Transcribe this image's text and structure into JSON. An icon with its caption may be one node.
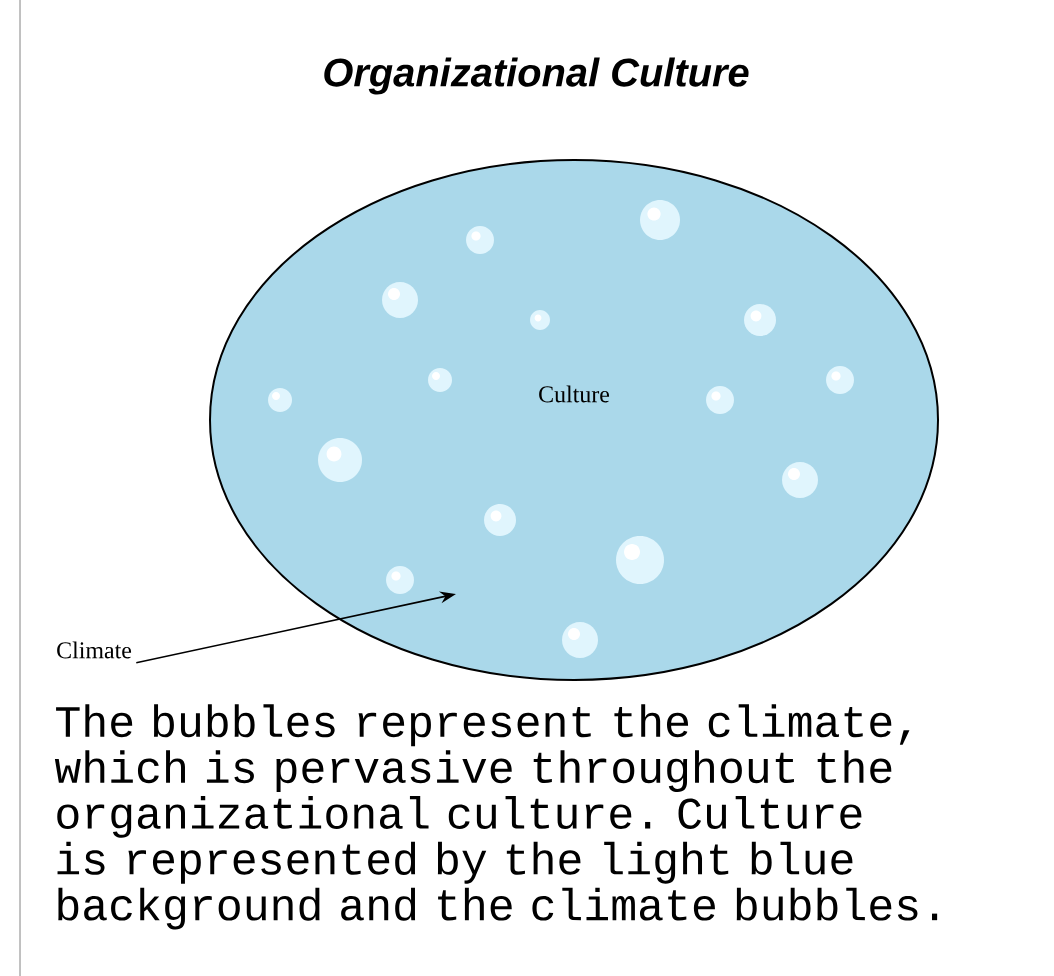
{
  "diagram": {
    "title": "Organizational Culture",
    "nodes": [
      {
        "text": [
          "Culture"
        ]
      },
      {
        "text": [
          "Climate"
        ]
      }
    ],
    "edges": [
      {
        "from": 1,
        "to": 0,
        "arrow": "to"
      }
    ],
    "caption": "The bubbles represent the climate, which is pervasive throughout the organizational culture. Culture is represented by the light blue background and the climate bubbles."
  }
}
